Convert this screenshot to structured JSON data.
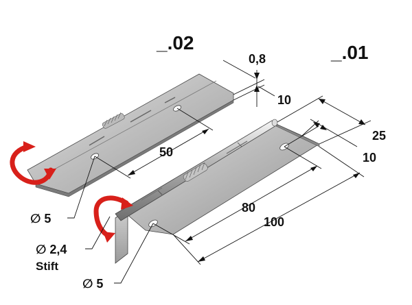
{
  "variants": {
    "v02": "_.02",
    "v01": "_.01"
  },
  "dimensions": {
    "thickness": "0,8",
    "knuckle_offset": "10",
    "hole_spacing_02": "50",
    "width_01": "25",
    "hole_offset_01": "10",
    "hole_spacing_01": "80",
    "length_01": "100"
  },
  "callouts": {
    "hole_02": "∅ 5",
    "pin": "∅ 2,4",
    "pin_word": "Stift",
    "hole_01": "∅ 5"
  },
  "colors": {
    "rotation_arrow": "#d8201a",
    "metal_light": "#c9c9c9",
    "metal_dark": "#8a8a8a",
    "outline": "#333333"
  },
  "icons": [
    "rotation-arrow-icon",
    "rotation-arrow-icon"
  ]
}
